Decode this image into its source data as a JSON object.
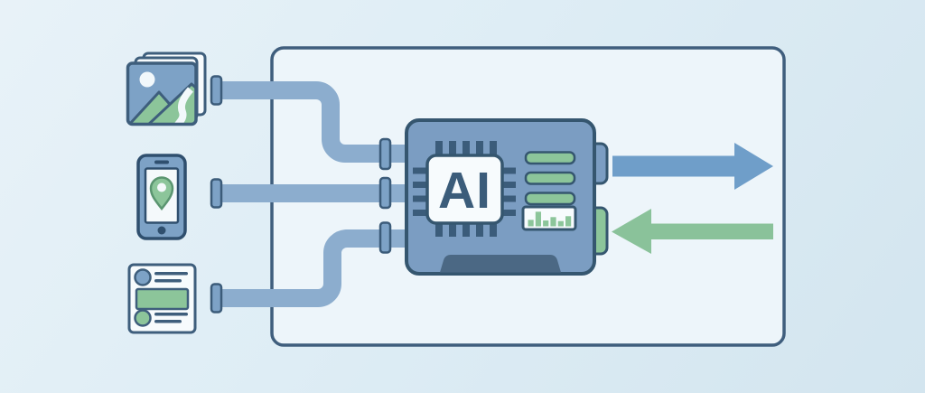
{
  "diagram": {
    "processor": {
      "label": "AI",
      "status_bars": 3,
      "mini_chart": {
        "type": "bar",
        "values": [
          42,
          95,
          38,
          60,
          34,
          66
        ]
      }
    },
    "inputs": [
      {
        "id": "photo-stack-icon",
        "meaning": "stacked landscape photos"
      },
      {
        "id": "phone-location-icon",
        "meaning": "smartphone with map pin"
      },
      {
        "id": "document-icon",
        "meaning": "document with image and text blocks"
      }
    ],
    "outputs": [
      {
        "id": "output-arrow-icon",
        "direction": "right",
        "color": "#6f9ec9"
      },
      {
        "id": "feedback-arrow-icon",
        "direction": "left",
        "color": "#8ac29a"
      }
    ],
    "colors": {
      "background_outer": "#dcebf4",
      "background_inner": "#edf5fa",
      "outline_dark": "#35566f",
      "pipe_blue": "#8cadce",
      "node_blue": "#7b9dc2",
      "sky_blue": "#7da2c6",
      "leaf_green": "#8cc59a",
      "arrow_blue": "#6f9ec9",
      "arrow_green": "#8ac29a",
      "text_dark": "#3b5c7a",
      "base_slate": "#4b6884"
    }
  }
}
